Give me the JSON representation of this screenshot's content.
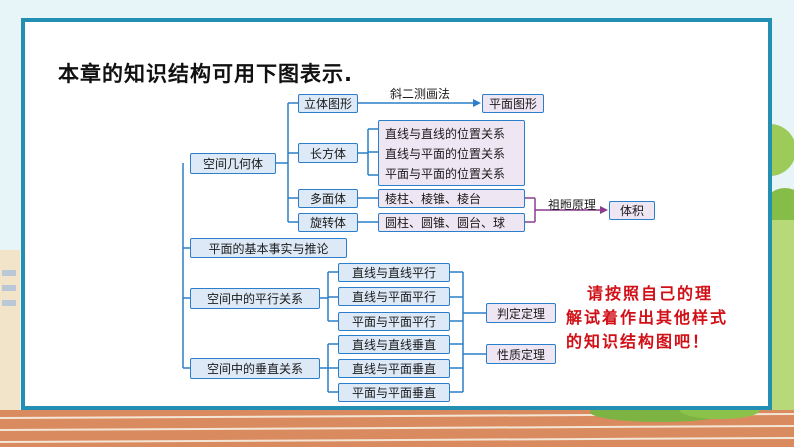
{
  "heading": "本章的知识结构可用下图表示.",
  "nodes": {
    "kongjian_jihe": "空间几何体",
    "liti": "立体图形",
    "pingmian_tuxing": "平面图形",
    "changfangti": "长方体",
    "zhangfangti_rel": [
      "直线与直线的位置关系",
      "直线与平面的位置关系",
      "平面与平面的位置关系"
    ],
    "duomianti": "多面体",
    "duomianti_items": "棱柱、棱锥、棱台",
    "xuanzhuanti": "旋转体",
    "xuanzhuanti_items": "圆柱、圆锥、圆台、球",
    "tiji": "体积",
    "jiben_shishi": "平面的基本事实与推论",
    "pingxing": "空间中的平行关系",
    "pingxing_items": [
      "直线与直线平行",
      "直线与平面平行",
      "平面与平面平行"
    ],
    "chuizhi": "空间中的垂直关系",
    "chuizhi_items": [
      "直线与直线垂直",
      "直线与平面垂直",
      "平面与平面垂直"
    ],
    "panding": "判定定理",
    "xingzhi": "性质定理"
  },
  "edge_labels": {
    "xie_er_ce": "斜二测画法",
    "zugeng": "祖暅原理"
  },
  "note": [
    "请按照自己的理",
    "解试着作出其他样式",
    "的知识结构图吧！"
  ],
  "colors": {
    "frame": "#238fb3",
    "line_blue": "#2b7ec9",
    "line_purple": "#8a3d8f",
    "node_blue": "#dde9f7",
    "node_purple": "#efe6f3",
    "note_red": "#d10f16"
  }
}
